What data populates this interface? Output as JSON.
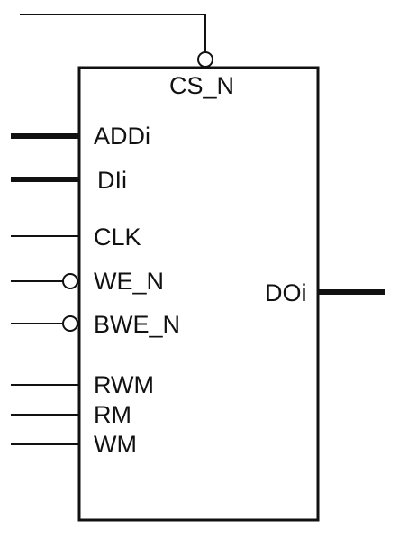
{
  "block": {
    "top_pin": {
      "label": "CS_N",
      "active_low": true,
      "bus": false
    },
    "left_pins": [
      {
        "label": "ADDi",
        "active_low": false,
        "bus": true
      },
      {
        "label": "DIi",
        "active_low": false,
        "bus": true
      },
      {
        "label": "CLK",
        "active_low": false,
        "bus": false
      },
      {
        "label": "WE_N",
        "active_low": true,
        "bus": false
      },
      {
        "label": "BWE_N",
        "active_low": true,
        "bus": false
      },
      {
        "label": "RWM",
        "active_low": false,
        "bus": false
      },
      {
        "label": "RM",
        "active_low": false,
        "bus": false
      },
      {
        "label": "WM",
        "active_low": false,
        "bus": false
      }
    ],
    "right_pins": [
      {
        "label": "DOi",
        "active_low": false,
        "bus": true
      }
    ]
  }
}
